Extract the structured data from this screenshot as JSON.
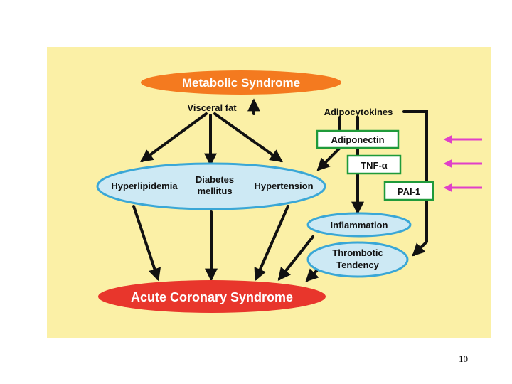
{
  "diagram": {
    "metabolic_syndrome": "Metabolic Syndrome",
    "visceral_fat": "Visceral fat",
    "adipocytokines": "Adipocytokines",
    "adiponectin": "Adiponectin",
    "tnf_alpha": "TNF-α",
    "pai1": "PAI-1",
    "hyperlipidemia": "Hyperlipidemia",
    "diabetes_line1": "Diabetes",
    "diabetes_line2": "mellitus",
    "hypertension": "Hypertension",
    "inflammation": "Inflammation",
    "thrombotic_line1": "Thrombotic",
    "thrombotic_line2": "Tendency",
    "acute_coronary_syndrome": "Acute Coronary Syndrome"
  },
  "colors": {
    "panel_background": "#fbf0a6",
    "metabolic_oval": "#f47a1f",
    "acs_oval": "#e8362c",
    "blue_oval_fill": "#cde9f4",
    "blue_oval_border": "#3aa7d6",
    "green_box_border": "#1f9a3a",
    "callout_arrows": "#e040c8"
  },
  "page_number": "10"
}
